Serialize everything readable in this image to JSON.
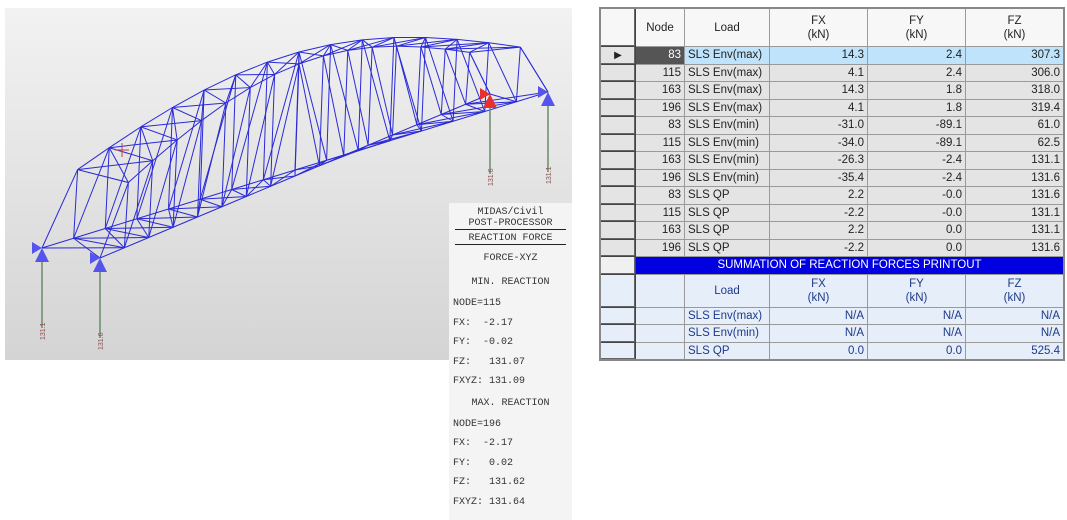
{
  "viewport": {
    "support_labels": [
      "131.1",
      "131.6",
      "131.6",
      "131.1"
    ],
    "colors": {
      "truss": "#2a2ad8",
      "support": "#5555ee",
      "support_highlight": "#e83030",
      "reaction_line": "#6a8a6a",
      "background": "#e0e0e0"
    }
  },
  "info_panel": {
    "title1": "MIDAS/Civil",
    "title2": "POST-PROCESSOR",
    "section": "REACTION FORCE",
    "component": "FORCE-XYZ",
    "min_heading": "MIN. REACTION",
    "min_node": "NODE=115",
    "min_fx": "FX:  -2.17",
    "min_fy": "FY:  -0.02",
    "min_fz": "FZ:   131.07",
    "min_fxyz": "FXYZ: 131.09",
    "max_heading": "MAX. REACTION",
    "max_node": "NODE=196",
    "max_fx": "FX:  -2.17",
    "max_fy": "FY:   0.02",
    "max_fz": "FZ:   131.62",
    "max_fxyz": "FXYZ: 131.64"
  },
  "table": {
    "headers": {
      "node": "Node",
      "load": "Load",
      "fx": "FX",
      "fy": "FY",
      "fz": "FZ",
      "unit": "(kN)"
    },
    "selected_marker": "▶",
    "rows": [
      {
        "node": "83",
        "load": "SLS Env(max)",
        "fx": "14.3",
        "fy": "2.4",
        "fz": "307.3"
      },
      {
        "node": "115",
        "load": "SLS Env(max)",
        "fx": "4.1",
        "fy": "2.4",
        "fz": "306.0"
      },
      {
        "node": "163",
        "load": "SLS Env(max)",
        "fx": "14.3",
        "fy": "1.8",
        "fz": "318.0"
      },
      {
        "node": "196",
        "load": "SLS Env(max)",
        "fx": "4.1",
        "fy": "1.8",
        "fz": "319.4"
      },
      {
        "node": "83",
        "load": "SLS Env(min)",
        "fx": "-31.0",
        "fy": "-89.1",
        "fz": "61.0"
      },
      {
        "node": "115",
        "load": "SLS Env(min)",
        "fx": "-34.0",
        "fy": "-89.1",
        "fz": "62.5"
      },
      {
        "node": "163",
        "load": "SLS Env(min)",
        "fx": "-26.3",
        "fy": "-2.4",
        "fz": "131.1"
      },
      {
        "node": "196",
        "load": "SLS Env(min)",
        "fx": "-35.4",
        "fy": "-2.4",
        "fz": "131.6"
      },
      {
        "node": "83",
        "load": "SLS QP",
        "fx": "2.2",
        "fy": "-0.0",
        "fz": "131.6"
      },
      {
        "node": "115",
        "load": "SLS QP",
        "fx": "-2.2",
        "fy": "-0.0",
        "fz": "131.1"
      },
      {
        "node": "163",
        "load": "SLS QP",
        "fx": "2.2",
        "fy": "0.0",
        "fz": "131.1"
      },
      {
        "node": "196",
        "load": "SLS QP",
        "fx": "-2.2",
        "fy": "0.0",
        "fz": "131.6"
      }
    ],
    "summation_title": "SUMMATION OF REACTION FORCES PRINTOUT",
    "summation_rows": [
      {
        "load": "SLS Env(max)",
        "fx": "N/A",
        "fy": "N/A",
        "fz": "N/A"
      },
      {
        "load": "SLS Env(min)",
        "fx": "N/A",
        "fy": "N/A",
        "fz": "N/A"
      },
      {
        "load": "SLS QP",
        "fx": "0.0",
        "fy": "0.0",
        "fz": "525.4"
      }
    ]
  }
}
